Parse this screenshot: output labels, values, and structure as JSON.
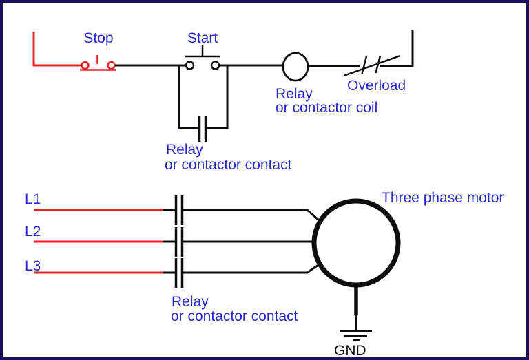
{
  "diagram": {
    "colors": {
      "border": "#1b1060",
      "background": "#ffffff",
      "label_blue": "#2a2acc",
      "wire_red": "#e82020",
      "wire_black": "#0d0d0d"
    },
    "control_circuit": {
      "stop_label": "Stop",
      "start_label": "Start",
      "seal_in_contact_label_line1": "Relay",
      "seal_in_contact_label_line2": "or contactor contact",
      "coil_label_line1": "Relay",
      "coil_label_line2": "or contactor coil",
      "overload_label": "Overload"
    },
    "power_circuit": {
      "phase_labels": [
        "L1",
        "L2",
        "L3"
      ],
      "contact_label_line1": "Relay",
      "contact_label_line2": "or contactor contact",
      "motor_label": "Three phase motor",
      "ground_label": "GND"
    }
  }
}
